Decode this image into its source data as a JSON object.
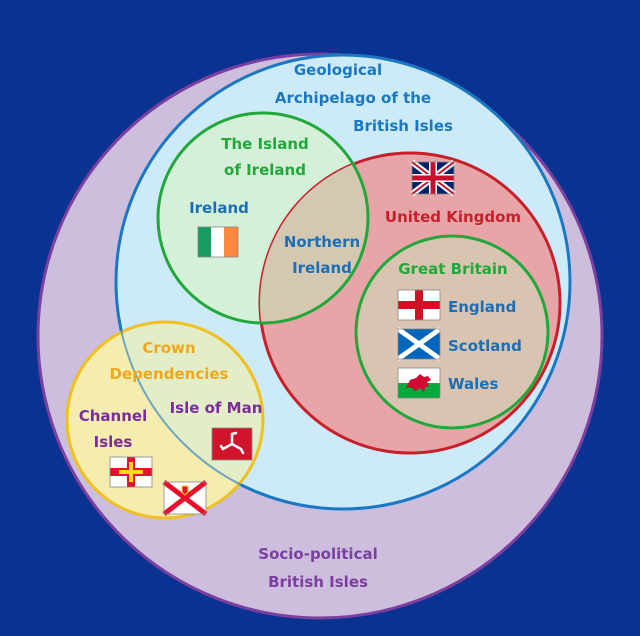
{
  "background_color": "#0a3291",
  "regions": {
    "socio_political": {
      "label_line1": "Socio-political",
      "label_line2": "British Isles",
      "color": "#7b3fa0",
      "fill": "#cdbedd"
    },
    "geological": {
      "label_line1": "Geological",
      "label_line2": "Archipelago of the",
      "label_line3": "British Isles",
      "color": "#1a78c2",
      "fill": "#cdeaf8"
    },
    "island_of_ireland": {
      "label_line1": "The Island",
      "label_line2": "of Ireland",
      "color": "#22a83a",
      "fill": "#d5f0d8"
    },
    "united_kingdom": {
      "label": "United Kingdom",
      "color": "#c8202a",
      "fill": "#e8a5a8"
    },
    "great_britain": {
      "label": "Great Britain",
      "color": "#22a83a"
    },
    "crown_dependencies": {
      "label_line1": "Crown",
      "label_line2": "Dependencies",
      "color": "#f0a818",
      "fill": "#f5ecb0"
    }
  },
  "countries": {
    "ireland": {
      "label": "Ireland",
      "flag": "ireland-flag-icon"
    },
    "northern_ireland": {
      "label_line1": "Northern",
      "label_line2": "Ireland"
    },
    "england": {
      "label": "England",
      "flag": "england-flag-icon"
    },
    "scotland": {
      "label": "Scotland",
      "flag": "scotland-flag-icon"
    },
    "wales": {
      "label": "Wales",
      "flag": "wales-flag-icon"
    },
    "isle_of_man": {
      "label": "Isle of Man",
      "flag": "isle-of-man-flag-icon"
    },
    "channel_isles": {
      "label_line1": "Channel",
      "label_line2": "Isles",
      "flags": [
        "guernsey-flag-icon",
        "jersey-flag-icon"
      ]
    },
    "uk_flag": "union-jack-flag-icon"
  },
  "text_colors": {
    "country": "#1a6fb8",
    "crown_dependency": "#7b2d9a"
  }
}
